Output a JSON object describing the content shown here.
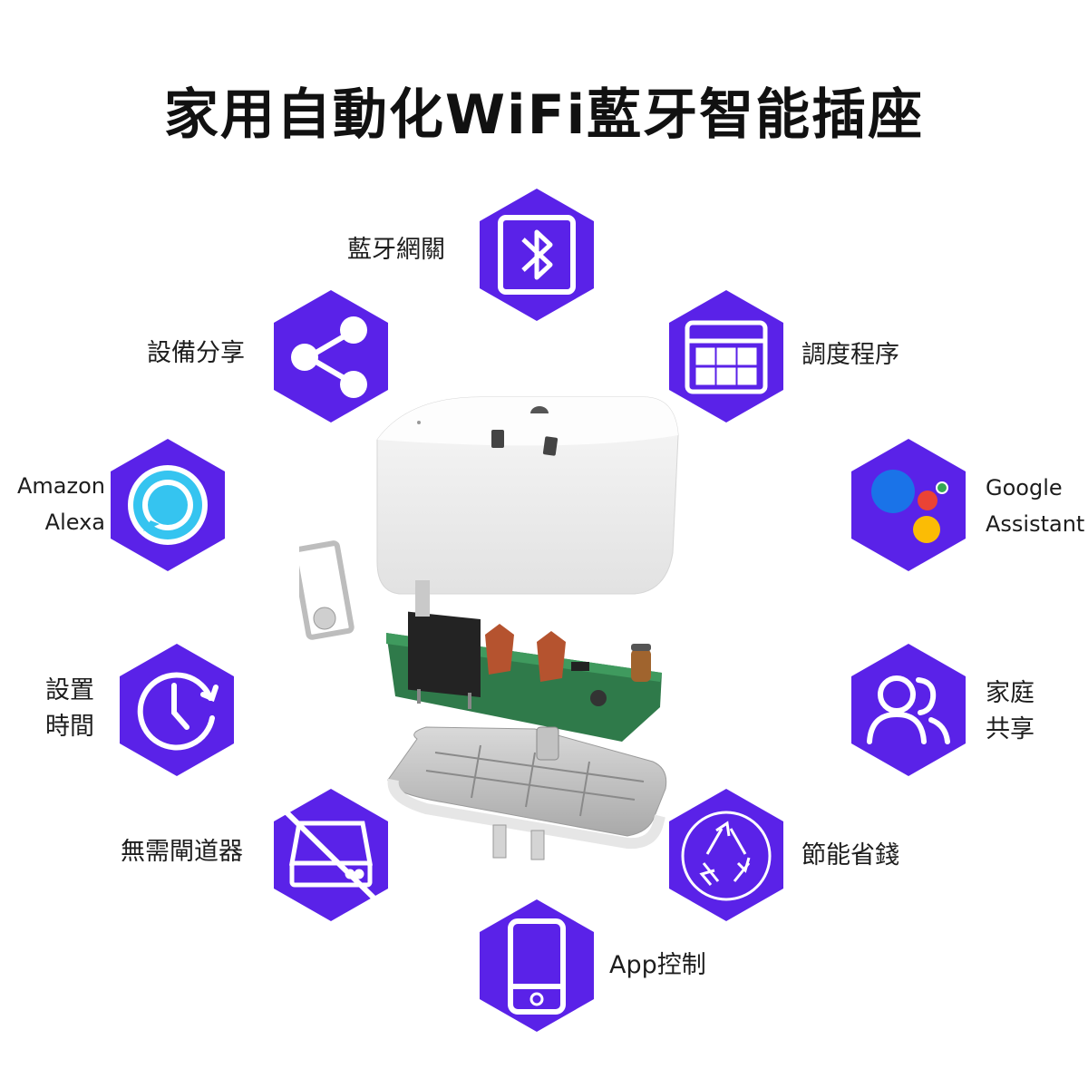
{
  "title": "家用自動化WiFi藍牙智能插座",
  "colors": {
    "accent": "#5a22e8",
    "icon": "#ffffff"
  },
  "features": [
    {
      "id": "bluetooth",
      "icon": "bluetooth-icon",
      "lines": [
        "藍牙網關"
      ]
    },
    {
      "id": "schedule",
      "icon": "calendar-grid-icon",
      "lines": [
        "調度程序"
      ]
    },
    {
      "id": "google",
      "icon": "google-assistant-icon",
      "lines": [
        "Google",
        "Assistant"
      ]
    },
    {
      "id": "family",
      "icon": "family-users-icon",
      "lines": [
        "家庭",
        "共享"
      ]
    },
    {
      "id": "energy",
      "icon": "recycle-icon",
      "lines": [
        "節能省錢"
      ]
    },
    {
      "id": "app",
      "icon": "phone-icon",
      "lines": [
        "App控制"
      ]
    },
    {
      "id": "nohub",
      "icon": "no-router-icon",
      "lines": [
        "無需閘道器"
      ]
    },
    {
      "id": "timer",
      "icon": "clock-timer-icon",
      "lines": [
        "設置",
        "時間"
      ]
    },
    {
      "id": "alexa",
      "icon": "alexa-icon",
      "lines": [
        "Amazon",
        "Alexa"
      ]
    },
    {
      "id": "share",
      "icon": "share-icon",
      "lines": [
        "設備分享"
      ]
    }
  ]
}
